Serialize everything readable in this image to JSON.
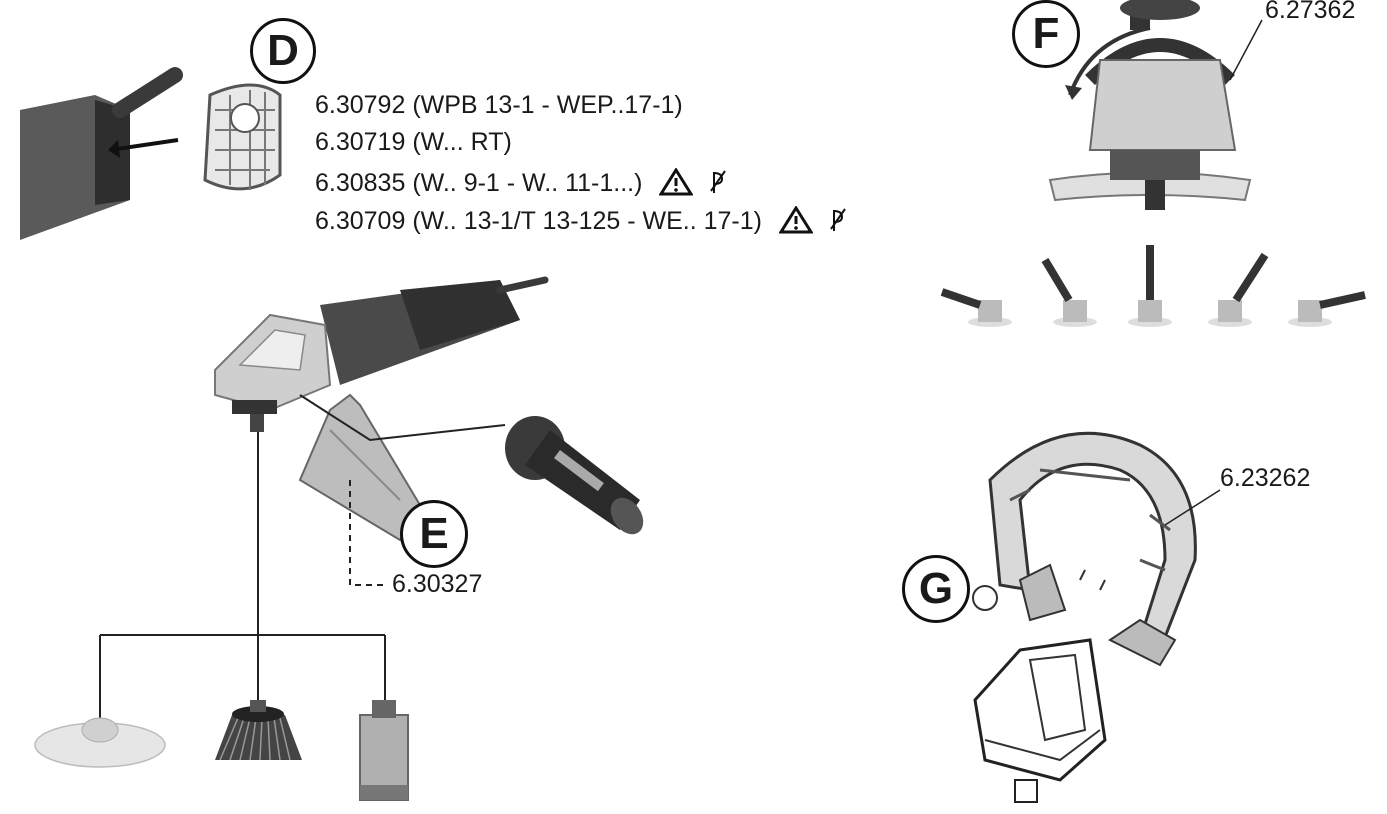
{
  "labels": {
    "D": "D",
    "E": "E",
    "F": "F",
    "G": "G"
  },
  "filter_parts": [
    {
      "code": "6.30792 (WPB 13-1 - WEP..17-1)",
      "warning": false
    },
    {
      "code": "6.30719 (W... RT)",
      "warning": false
    },
    {
      "code": "6.30835 (W.. 9-1 - W.. 11-1...)",
      "warning": true
    },
    {
      "code": "6.30709 (W.. 13-1/T 13-125 - WE.. 17-1)",
      "warning": true
    }
  ],
  "part_numbers": {
    "guard_e": "6.30327",
    "handle_f": "6.27362",
    "bow_g": "6.23262"
  },
  "icons": [
    "warning-triangle-icon",
    "no-dust-icon"
  ]
}
